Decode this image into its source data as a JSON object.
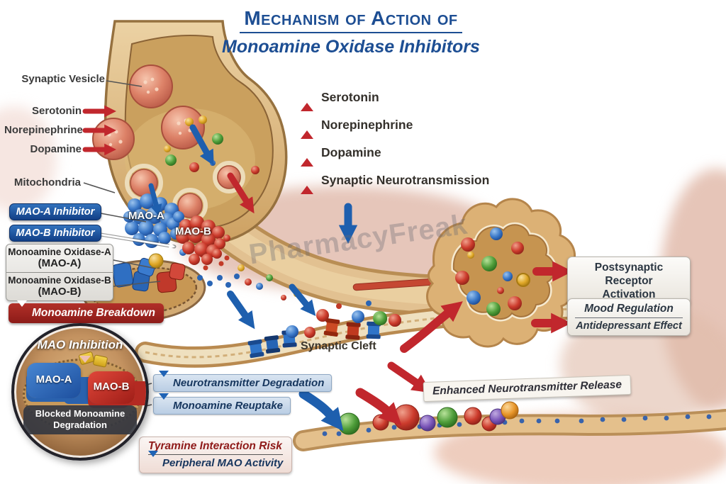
{
  "title": {
    "line1": "Mechanism of Action of",
    "line2": "Monoamine Oxidase Inhibitors"
  },
  "presynaptic_labels": {
    "synaptic_vesicle": "Synaptic Vesicle",
    "serotonin": "Serotonin",
    "norepinephrine": "Norepinephrine",
    "dopamine": "Dopamine",
    "mitochondria": "Mitochondria"
  },
  "inhibitor_boxes": {
    "mao_a": "MAO-A Inhibitor",
    "mao_b": "MAO-B Inhibitor"
  },
  "enzyme_labels": {
    "mao_a_name": "Monoamine Oxidase-A",
    "mao_a_abbr": "(MAO-A)",
    "mao_b_name": "Monoamine Oxidase-B",
    "mao_b_abbr": "(MAO-B)"
  },
  "breakdown_box": {
    "label": "Monoamine Breakdown"
  },
  "increased_effects": [
    "Serotonin",
    "Norepinephrine",
    "Dopamine",
    "Synaptic Neurotransmission"
  ],
  "cluster_labels": {
    "mao_a": "MAO-A",
    "mao_b": "MAO-B"
  },
  "synaptic_cleft_label": "Synaptic Cleft",
  "outcome_boxes": {
    "postsynaptic_line1": "Postsynaptic Receptor",
    "postsynaptic_line2": "Activation",
    "mood": "Mood Regulation",
    "antidepressant": "Antidepressant Effect"
  },
  "inset": {
    "title": "MAO Inhibition",
    "mao_a": "MAO-A",
    "mao_b": "MAO-B",
    "banner_line1": "Blocked Monoamine",
    "banner_line2": "Degradation"
  },
  "decrease_boxes": {
    "degradation": "Neurotransmitter Degradation",
    "reuptake": "Monoamine Reuptake"
  },
  "tyramine": {
    "risk": "Tyramine Interaction Risk",
    "peripheral": "Peripheral MAO Activity"
  },
  "enhanced_release_label": "Enhanced Neurotransmitter Release",
  "watermark": "PharmacyFreak",
  "colors": {
    "title_blue": "#1d4e93",
    "red": "#c1272d",
    "blue": "#1f63b5",
    "dark_red": "#9b1f1f",
    "inhibitor_blue": "#174f9e",
    "light_blue_box": "#c9daeb"
  }
}
